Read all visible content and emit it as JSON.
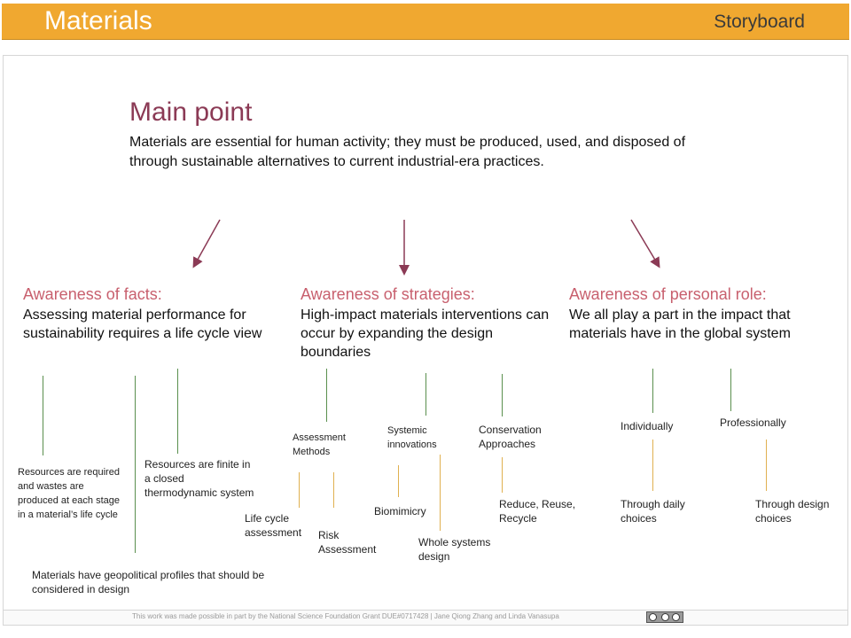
{
  "header": {
    "title": "Materials",
    "right_label": "Storyboard"
  },
  "main": {
    "title": "Main point",
    "text": "Materials are essential for human activity; they must be produced, used, and disposed of through sustainable alternatives to current industrial-era practices."
  },
  "columns": [
    {
      "heading": "Awareness of facts:",
      "text": "Assessing material performance for sustainability requires a life cycle view"
    },
    {
      "heading": "Awareness of strategies:",
      "text": "High-impact materials interventions can occur by expanding the design boundaries"
    },
    {
      "heading": "Awareness of personal role:",
      "text": "We all play a part in the impact that materials have in the global system"
    }
  ],
  "facts": {
    "resources_required": "Resources are required and wastes are produced at each stage in a material’s life cycle",
    "resources_finite": "Resources are finite in a closed thermodynamic system",
    "geopolitical": "Materials have geopolitical profiles that should be considered in design"
  },
  "strategies": {
    "assessment_methods": "Assessment Methods",
    "life_cycle": "Life cycle assessment",
    "risk": "Risk Assessment",
    "systemic": "Systemic innovations",
    "biomimicry": "Biomimicry",
    "whole_systems": "Whole systems design",
    "conservation": "Conservation Approaches",
    "reduce": "Reduce, Reuse, Recycle"
  },
  "personal": {
    "individually": "Individually",
    "daily": "Through daily choices",
    "professionally": "Professionally",
    "design": "Through design choices"
  },
  "footer": {
    "text": "This work was made possible in part by the National Science Foundation Grant DUE#0717428  |  Jane Qiong Zhang and Linda Vanasupa"
  }
}
